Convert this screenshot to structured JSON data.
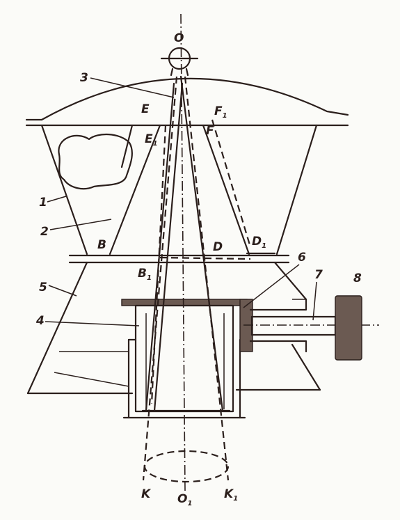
{
  "labels": {
    "O": "O",
    "O1": "O",
    "O1_sub": "1",
    "E": "E",
    "E1": "E",
    "E1_sub": "1",
    "F": "F",
    "F1": "F",
    "F1_sub": "1",
    "B": "B",
    "B1": "B",
    "B1_sub": "1",
    "D": "D",
    "D1": "D",
    "D1_sub": "1",
    "K": "K",
    "K1": "K",
    "K1_sub": "1"
  },
  "part_numbers": {
    "p1": "1",
    "p2": "2",
    "p3": "3",
    "p4": "4",
    "p5": "5",
    "p6": "6",
    "p7": "7",
    "p8": "8"
  },
  "colors": {
    "ink": "#2b1f1c",
    "paper": "#fbfbf8"
  }
}
